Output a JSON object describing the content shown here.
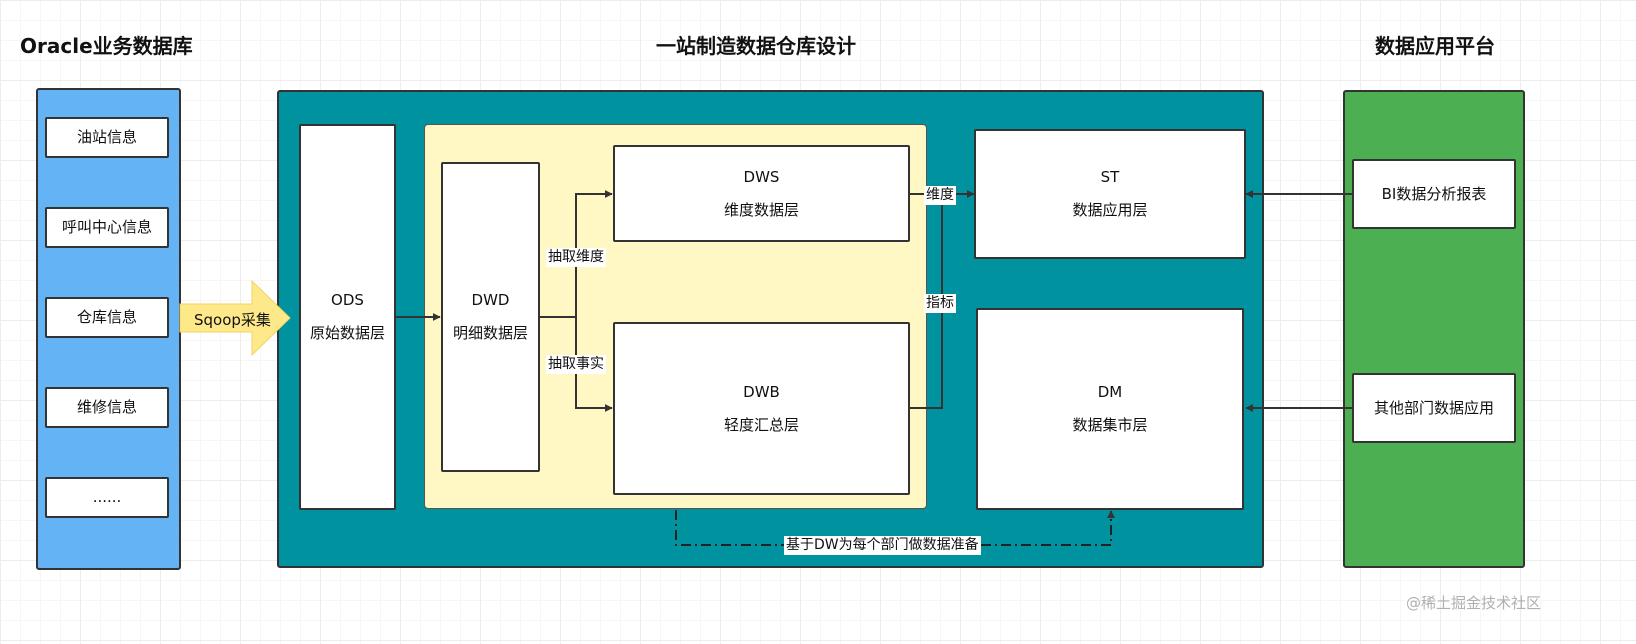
{
  "titles": {
    "left": "Oracle业务数据库",
    "center": "一站制造数据仓库设计",
    "right": "数据应用平台"
  },
  "sources": [
    "油站信息",
    "呼叫中心信息",
    "仓库信息",
    "维修信息",
    "......"
  ],
  "arrow_label": "Sqoop采集",
  "layers": {
    "ods": {
      "name": "ODS",
      "desc": "原始数据层"
    },
    "dwd": {
      "name": "DWD",
      "desc": "明细数据层"
    },
    "dws": {
      "name": "DWS",
      "desc": "维度数据层"
    },
    "dwb": {
      "name": "DWB",
      "desc": "轻度汇总层"
    },
    "st": {
      "name": "ST",
      "desc": "数据应用层"
    },
    "dm": {
      "name": "DM",
      "desc": "数据集市层"
    }
  },
  "edge_labels": {
    "extract_dim": "抽取维度",
    "extract_fact": "抽取事实",
    "dimension": "维度",
    "metric": "指标",
    "dw_prepare": "基于DW为每个部门做数据准备"
  },
  "apps": [
    "BI数据分析报表",
    "其他部门数据应用"
  ],
  "watermark": "@稀土掘金技术社区",
  "colors": {
    "source_panel": "#64b3f4",
    "warehouse_panel": "#00939f",
    "dw_group": "#fff7c4",
    "app_panel": "#4cb052",
    "sqoop_arrow": "#fde98a"
  }
}
